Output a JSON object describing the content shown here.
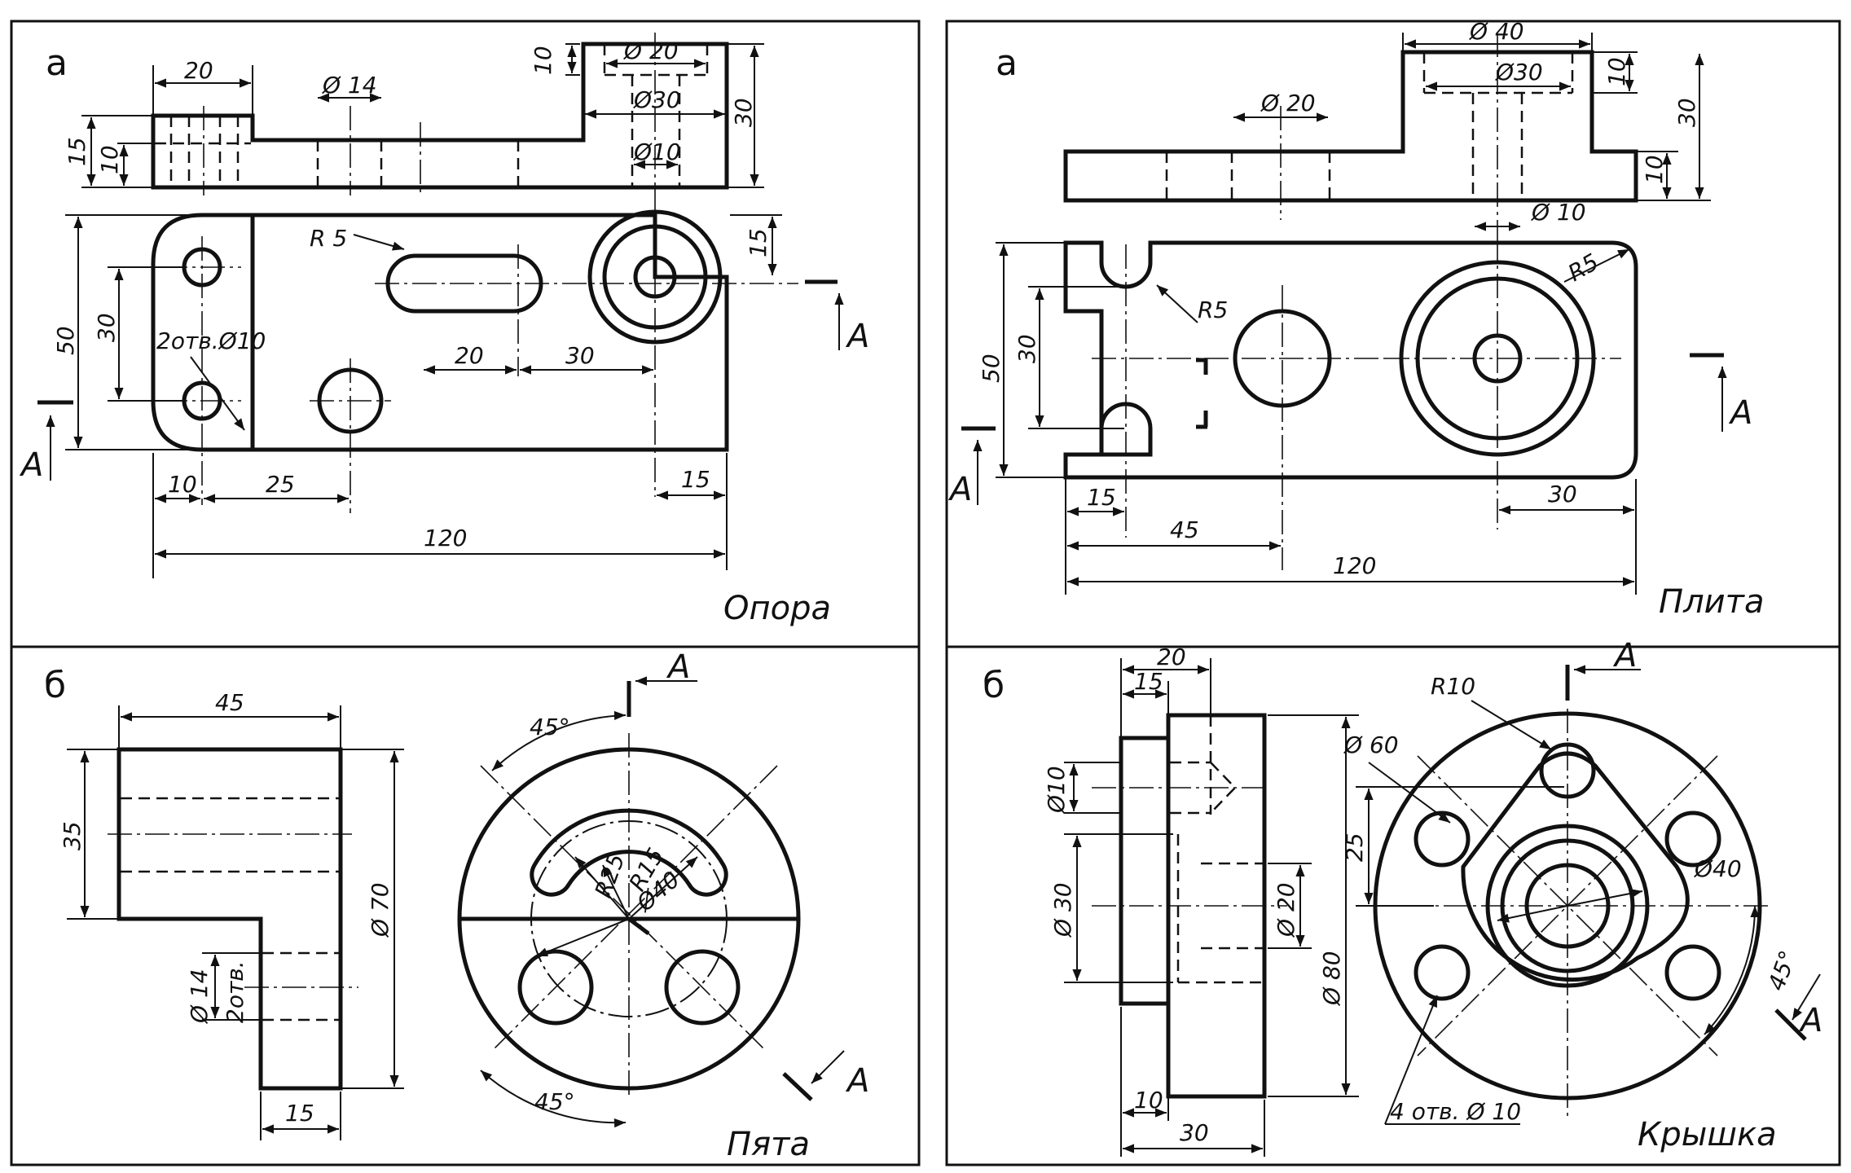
{
  "panels": {
    "top_left": {
      "letter": "а",
      "title": "Опора",
      "section": "A",
      "dims": {
        "d20": "20",
        "d14": "Ø 14",
        "d10h": "10",
        "d20c": "Ø 20",
        "d30c": "Ø30",
        "d10c": "Ø10",
        "d30v": "30",
        "d15v": "15",
        "d10v": "10",
        "r5": "R 5",
        "d15r": "15",
        "d50": "50",
        "d30s": "30",
        "holes": "2отв.Ø10",
        "d20b": "20",
        "d30b": "30",
        "d10b": "10",
        "d25b": "25",
        "d15b": "15",
        "d120": "120"
      }
    },
    "top_right": {
      "letter": "а",
      "title": "Плита",
      "section": "A",
      "dims": {
        "d40": "Ø 40",
        "d30c": "Ø30",
        "d10v": "10",
        "d30v": "30",
        "d20": "Ø 20",
        "d10b": "10",
        "d10c": "Ø 10",
        "r5a": "R5",
        "r5b": "R5",
        "d50": "50",
        "d30s": "30",
        "d15": "15",
        "d30r": "30",
        "d45": "45",
        "d120": "120"
      }
    },
    "bottom_left": {
      "letter": "б",
      "title": "Пята",
      "section": "A",
      "dims": {
        "d45": "45",
        "d35": "35",
        "d70": "Ø 70",
        "d14": "Ø 14",
        "holes": "2отв.",
        "d15": "15",
        "a45t": "45°",
        "a45b": "45°",
        "r25": "R25",
        "r15": "R15",
        "d40": "Ø40"
      }
    },
    "bottom_right": {
      "letter": "б",
      "title": "Крышка",
      "section": "A",
      "dims": {
        "d20": "20",
        "d15": "15",
        "d10": "Ø10",
        "d30": "Ø 30",
        "d20c": "Ø 20",
        "d60": "Ø 60",
        "d80": "Ø 80",
        "d10b": "10",
        "d30b": "30",
        "r10": "R10",
        "d25": "25",
        "d40": "Ø40",
        "a45": "45°",
        "holes": "4 отв. Ø 10"
      }
    }
  }
}
